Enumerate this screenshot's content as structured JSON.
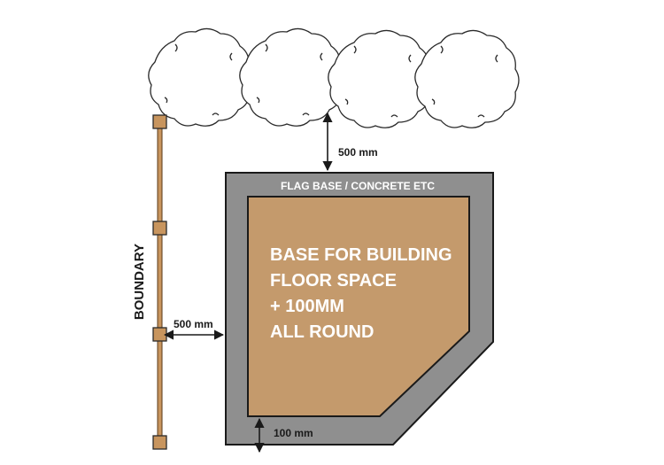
{
  "labels": {
    "top_gap": "500 mm",
    "side_gap": "500 mm",
    "bottom_gap": "100 mm",
    "boundary": "BOUNDARY",
    "flag_base": "FLAG BASE / CONCRETE ETC",
    "base_line1": "BASE FOR BUILDING",
    "base_line2": "FLOOR SPACE",
    "base_line3": "+ 100MM",
    "base_line4": "ALL ROUND"
  },
  "colors": {
    "flag_base": "#8f8f8f",
    "building_base": "#c49a6c",
    "fence": "#c8955e",
    "outline": "#1a1a1a"
  },
  "icons": [
    "shrub-icon",
    "fence-post-icon",
    "dimension-arrow-icon"
  ]
}
